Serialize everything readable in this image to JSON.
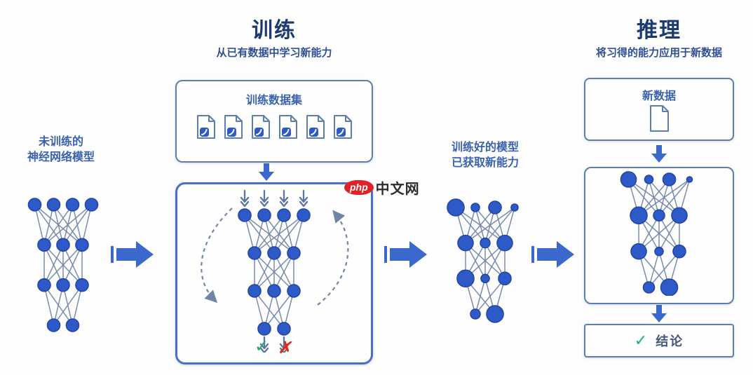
{
  "training_header": {
    "title": "训练",
    "subtitle": "从已有数据中学习新能力"
  },
  "inference_header": {
    "title": "推理",
    "subtitle": "将习得的能力应用于新数据"
  },
  "left_label": {
    "line1": "未训练的",
    "line2": "神经网络模型"
  },
  "middle_label": {
    "line1": "训练好的模型",
    "line2": "已获取新能力"
  },
  "dataset_box": {
    "title": "训练数据集",
    "file_count": 6
  },
  "new_data_box": {
    "title": "新数据"
  },
  "conclusion_box": {
    "check": "✓",
    "label": "结论"
  },
  "marks": {
    "correct": "✓",
    "wrong": "✗"
  },
  "watermark": {
    "badge": "php",
    "text": "中文网"
  },
  "colors": {
    "title": "#1c3a70",
    "subtitle": "#2f4f96",
    "label": "#3a62ae",
    "node_fill": "#2e5ac8",
    "node_stroke": "#2246a6",
    "edge": "#7486a8",
    "io_arrow": "#5b76a3",
    "flow_arrow": "#3b68cd",
    "border_blue": "#4a6fc4",
    "border_gray": "#5e7fab",
    "dashed": "#6e86a8",
    "check": "#1fae66",
    "cross": "#e02a17",
    "doc_stroke": "#5e7fab",
    "watermark_red": "#e02128"
  },
  "networks": {
    "untrained": {
      "layers": [
        [
          9,
          9,
          9,
          9
        ],
        [
          9,
          9,
          9
        ],
        [
          9,
          9,
          9
        ],
        [
          9,
          9
        ]
      ]
    },
    "training": {
      "layers": [
        [
          9,
          9,
          9,
          9
        ],
        [
          9,
          9,
          9
        ],
        [
          9,
          9,
          9
        ],
        [
          9,
          9
        ]
      ]
    },
    "trained": {
      "layers": [
        [
          12,
          6,
          9,
          5
        ],
        [
          11,
          7,
          11
        ],
        [
          12,
          6,
          9
        ],
        [
          7,
          12
        ]
      ]
    },
    "inference": {
      "layers": [
        [
          11,
          6,
          9,
          4
        ],
        [
          12,
          8,
          11
        ],
        [
          11,
          6,
          9
        ],
        [
          8,
          12
        ]
      ]
    }
  }
}
